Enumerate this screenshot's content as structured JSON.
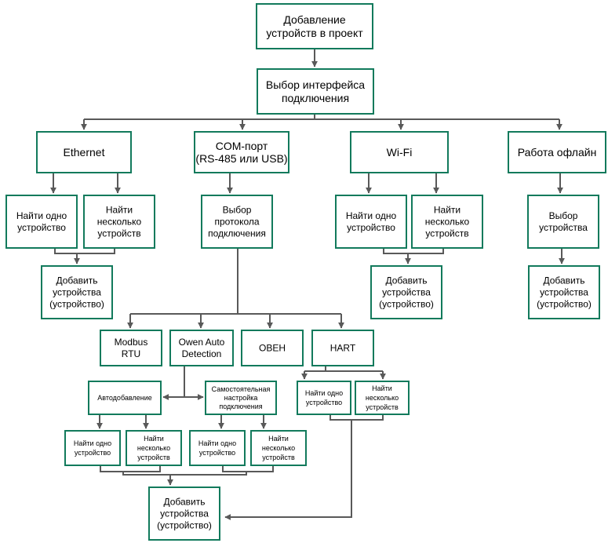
{
  "colors": {
    "box_border": "#127a5c",
    "connector": "#595959",
    "text": "#000000",
    "background": "#ffffff"
  },
  "nodes": {
    "root": {
      "lines": [
        "Добавление",
        "устройств в проект"
      ]
    },
    "interface": {
      "lines": [
        "Выбор интерфейса",
        "подключения"
      ]
    },
    "ethernet": {
      "lines": [
        "Ethernet"
      ]
    },
    "com": {
      "lines": [
        "COM-порт",
        "(RS-485 или USB)"
      ]
    },
    "wifi": {
      "lines": [
        "Wi-Fi"
      ]
    },
    "offline": {
      "lines": [
        "Работа офлайн"
      ]
    },
    "eth_one": {
      "lines": [
        "Найти одно",
        "устройство"
      ]
    },
    "eth_many": {
      "lines": [
        "Найти",
        "несколько",
        "устройств"
      ]
    },
    "eth_add": {
      "lines": [
        "Добавить",
        "устройства",
        "(устройство)"
      ]
    },
    "protocol": {
      "lines": [
        "Выбор",
        "протокола",
        "подключения"
      ]
    },
    "wifi_one": {
      "lines": [
        "Найти одно",
        "устройство"
      ]
    },
    "wifi_many": {
      "lines": [
        "Найти",
        "несколько",
        "устройств"
      ]
    },
    "wifi_add": {
      "lines": [
        "Добавить",
        "устройства",
        "(устройство)"
      ]
    },
    "off_select": {
      "lines": [
        "Выбор",
        "устройства"
      ]
    },
    "off_add": {
      "lines": [
        "Добавить",
        "устройства",
        "(устройство)"
      ]
    },
    "modbus": {
      "lines": [
        "Modbus",
        "RTU"
      ]
    },
    "owen_auto": {
      "lines": [
        "Owen Auto",
        "Detection"
      ]
    },
    "oven": {
      "lines": [
        "ОВЕН"
      ]
    },
    "hart": {
      "lines": [
        "HART"
      ]
    },
    "autoadd": {
      "lines": [
        "Автодобавление"
      ]
    },
    "manual": {
      "lines": [
        "Самостоятельная",
        "настройка",
        "подключения"
      ]
    },
    "hart_one": {
      "lines": [
        "Найти одно",
        "устройство"
      ]
    },
    "hart_many": {
      "lines": [
        "Найти",
        "несколько",
        "устройств"
      ]
    },
    "auto_one": {
      "lines": [
        "Найти одно",
        "устройство"
      ]
    },
    "auto_many": {
      "lines": [
        "Найти",
        "несколько",
        "устройств"
      ]
    },
    "man_one": {
      "lines": [
        "Найти одно",
        "устройство"
      ]
    },
    "man_many": {
      "lines": [
        "Найти",
        "несколько",
        "устройств"
      ]
    },
    "final_add": {
      "lines": [
        "Добавить",
        "устройства",
        "(устройство)"
      ]
    }
  }
}
